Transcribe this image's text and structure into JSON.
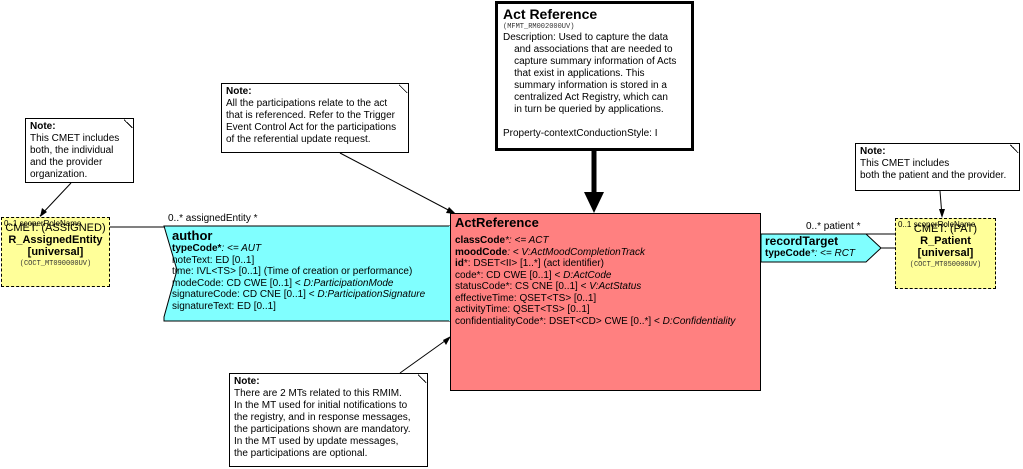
{
  "act_reference_box": {
    "title": "Act Reference",
    "code": "(MFMT_RM002000UV)",
    "description": "Description: Used to capture the data\n    and associations that are needed to\n    capture summary information of Acts\n    that exist in applications. This\n    summary information is stored in a\n    centralized Act Registry, which can\n    in turn be queried by applications.",
    "property": "Property-contextConductionStyle: I"
  },
  "notes": {
    "left": {
      "title": "Note:",
      "text": "This CMET includes\nboth, the individual\nand the provider\norganization."
    },
    "participations": {
      "title": "Note:",
      "text": "All the participations relate to the act\nthat is referenced.  Refer to the Trigger\nEvent Control Act for the participations\nof the referential update request."
    },
    "right": {
      "title": "Note:",
      "text": "This CMET includes\nboth the patient and the provider."
    },
    "bottom": {
      "title": "Note:",
      "text": "There are 2 MTs related to this RMIM.\nIn the MT used for initial notifications to\nthe registry, and in response messages,\nthe participations shown are mandatory.\nIn the MT used by update messages,\nthe participations are optional."
    }
  },
  "cmet_assigned": {
    "scoper": "0..1 scoperRoleName",
    "heading": "CMET: (ASSIGNED)",
    "name": "R_AssignedEntity",
    "flavor": "[universal]",
    "code": "(COCT_MT090000UV)"
  },
  "cmet_patient": {
    "scoper": "0..1 scoperRoleName",
    "heading": "CMET: (PAT)",
    "name": "R_Patient",
    "flavor": "[universal]",
    "code": "(COCT_MT050000UV)"
  },
  "assigned_entity_label": "0..* assignedEntity  *",
  "patient_label": "0..* patient  *",
  "author": {
    "title": "author",
    "type_code_name": "typeCode*",
    "type_code_value": ": <= AUT",
    "rows": [
      "noteText: ED [0..1]",
      "time: IVL<TS> [0..1] (Time of creation or performance)"
    ],
    "mode_code": "modeCode: CD CWE [0..1] < ",
    "mode_domain": "D:ParticipationMode",
    "sig_code": "signatureCode: CD CNE [0..1] < ",
    "sig_domain": "D:ParticipationSignature",
    "sig_text": "signatureText: ED [0..1]"
  },
  "record_target": {
    "title": "recordTarget",
    "type_code_name": "typeCode",
    "type_code_value": "*: <= RCT"
  },
  "act_reference_class": {
    "title": "ActReference",
    "class_code_name": "classCode",
    "class_code_value": "*: <= ACT",
    "mood_code_name": "moodCode",
    "mood_code_value": ": < V:ActMoodCompletionTrack",
    "id_name": "id",
    "id_value": "*: DSET<II> [1..*] (act identifier)",
    "code_row": "code*: CD CWE [0..1] < ",
    "code_domain": "D:ActCode",
    "status_row": "statusCode*: CS CNE [0..1] < ",
    "status_domain": "V:ActStatus",
    "effective_row": "effectiveTime: QSET<TS> [0..1]",
    "activity_row": "activityTime: QSET<TS> [0..1]",
    "conf_row": "confidentialityCode*: DSET<CD> CWE [0..*] < ",
    "conf_domain": "D:Confidentiality"
  },
  "colors": {
    "act_class": "#ff8080",
    "participation": "#80ffff",
    "cmet": "#ffff99"
  }
}
